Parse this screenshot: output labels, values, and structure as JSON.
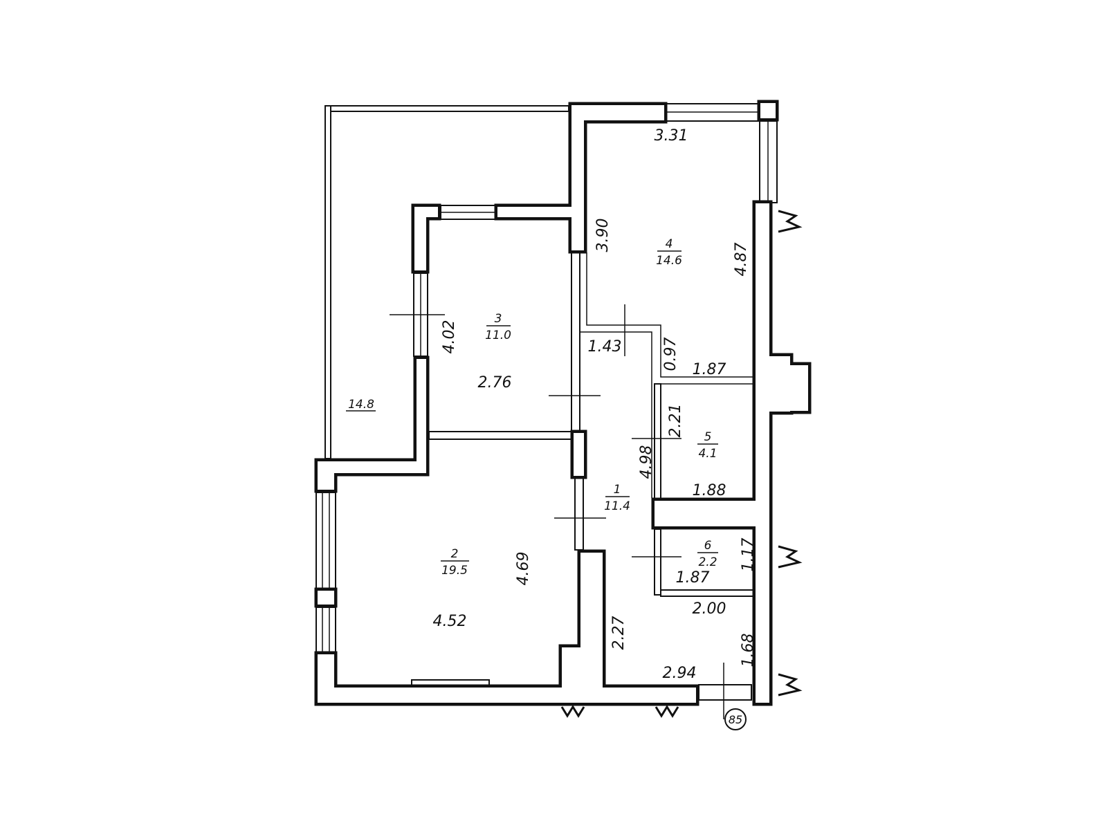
{
  "colors": {
    "walls": "#111111",
    "background": "#ffffff"
  },
  "rooms": [
    {
      "number": "1",
      "area": "11.4"
    },
    {
      "number": "2",
      "area": "19.5"
    },
    {
      "number": "3",
      "area": "11.0"
    },
    {
      "number": "4",
      "area": "14.6"
    },
    {
      "number": "5",
      "area": "4.1"
    },
    {
      "number": "6",
      "area": "2.2"
    }
  ],
  "balcony_area": "14.8",
  "dimensions": {
    "room4_width": "3.31",
    "room4_left": "3.90",
    "room4_right": "4.87",
    "room3_height": "4.02",
    "room3_width": "2.76",
    "closet_width": "1.43",
    "closet_depth": "0.97",
    "room5_top": "1.87",
    "room5_height": "2.21",
    "room5_bottom": "1.88",
    "hall_length": "4.98",
    "room6_height": "1.17",
    "room6_width": "1.87",
    "room2_height": "4.69",
    "room2_width": "4.52",
    "hall_lower_width": "2.00",
    "hall_lower_left": "2.27",
    "hall_lower_right": "1.68",
    "hall_bottom": "2.94"
  },
  "axis_marker": "85"
}
